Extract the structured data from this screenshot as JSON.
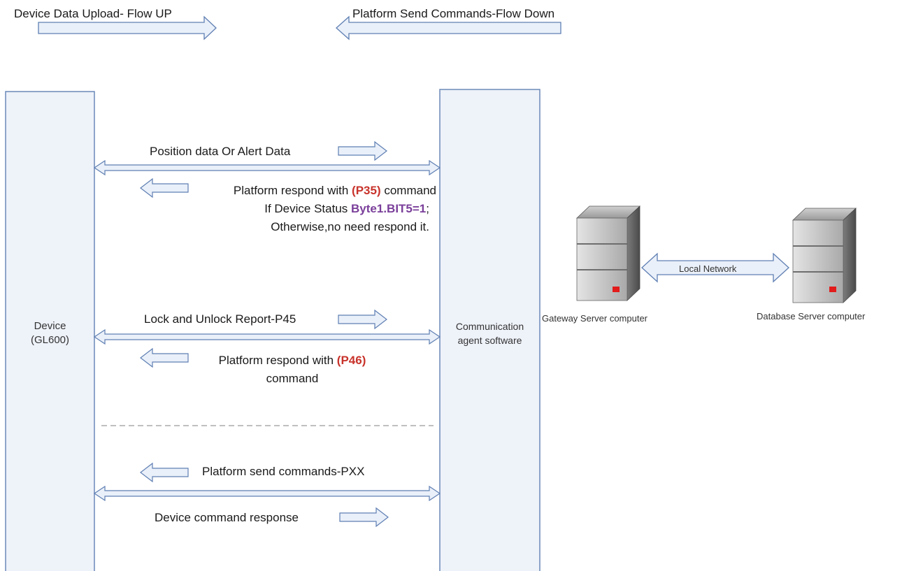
{
  "legend": {
    "upload": "Device Data Upload- Flow UP",
    "download": "Platform Send Commands-Flow Down"
  },
  "lanes": {
    "device": {
      "line1": "Device",
      "line2": "(GL600)"
    },
    "agent": {
      "line1": "Communication",
      "line2": "agent software"
    }
  },
  "messages": {
    "m1": "Position data Or Alert Data",
    "m2_pre": "Platform respond with ",
    "m2_code": "(P35)",
    "m2_post": " command",
    "m2_line2_pre": "If Device Status ",
    "m2_line2_code": "Byte1.BIT5=1",
    "m2_line2_post": ";",
    "m2_line3": "Otherwise,no need respond it.",
    "m3": "Lock and Unlock Report-P45",
    "m4_pre": "Platform respond with ",
    "m4_code": "(P46)",
    "m4_line2": "command",
    "m5": "Platform send commands-PXX",
    "m6": "Device command response"
  },
  "servers": {
    "gateway": "Gateway Server computer",
    "database": "Database Server computer",
    "link": "Local Network"
  },
  "colors": {
    "lane_fill": "#eef2f9",
    "lane_border": "#6b89b8",
    "arrow_fill": "#eaf0f9",
    "arrow_stroke": "#5f7fb3",
    "highlight_red": "#c8332b",
    "highlight_purple": "#7a3f9a"
  }
}
